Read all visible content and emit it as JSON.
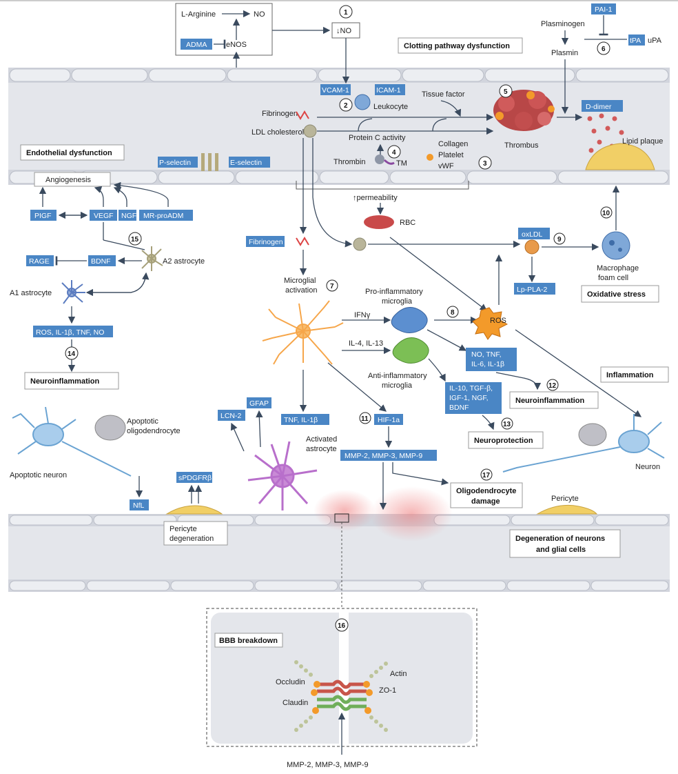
{
  "colors": {
    "label_bg": "#4a86c5",
    "vessel": "#e3e5ea",
    "vessel_edge": "#b9bcc6",
    "ros": "#f39a2a",
    "rbc": "#c94a4a",
    "astro": "#c98ad6",
    "microglia": "#f6a64a",
    "pro_microglia": "#5c8fd0",
    "anti_microglia": "#7cbf55",
    "plaque": "#f1cf66"
  },
  "steps": [
    "1",
    "2",
    "3",
    "4",
    "5",
    "6",
    "7",
    "8",
    "9",
    "10",
    "11",
    "12",
    "13",
    "14",
    "15",
    "16",
    "17"
  ],
  "top": {
    "l_arginine": "L-Arginine",
    "no": "NO",
    "adma": "ADMA",
    "enos": "eNOS",
    "down_no": "↓NO"
  },
  "clotting": {
    "title": "Clotting pathway dysfunction",
    "pai1": "PAI-1",
    "plasminogen": "Plasminogen",
    "tpa": "tPA",
    "upa": "uPA",
    "plasmin": "Plasmin",
    "d_dimer": "D-dimer",
    "lipid_plaque": "Lipid plaque"
  },
  "vessel_top": {
    "vcam": "VCAM-1",
    "icam": "ICAM-1",
    "leukocyte": "Leukocyte",
    "tissue_factor": "Tissue factor",
    "thrombus": "Thrombus",
    "fibrinogen": "Fibrinogen",
    "ldl": "LDL cholesterol",
    "protein_c": "Protein C activity",
    "thrombin": "Thrombin",
    "tm": "TM",
    "collagen": "Collagen",
    "platelet": "Platelet",
    "vwf": "vWF",
    "p_selectin": "P-selectin",
    "e_selectin": "E-selectin"
  },
  "endothelial": {
    "title": "Endothelial dysfunction",
    "angiogenesis": "Angiogenesis",
    "pigf": "PIGF",
    "vegf": "VEGF",
    "ngf": "NGF",
    "mr_proadm": "MR-proADM",
    "rage": "RAGE",
    "bdnf": "BDNF",
    "a2": "A2 astrocyte",
    "a1": "A1 astrocyte",
    "ros_list": "ROS, IL-1β, TNF, NO",
    "neuroinflammation": "Neuroinflammation"
  },
  "center": {
    "permeability": "↑permeability",
    "rbc": "RBC",
    "fibrinogen": "Fibrinogen",
    "microglial_activation": "Microglial\nactivation",
    "pro_microglia": "Pro-inflammatory\nmicroglia",
    "ifn": "IFNγ",
    "il4": "IL-4, IL-13",
    "anti_microglia": "Anti-inflammatory\nmicroglia",
    "ros": "ROS",
    "oxldl": "oxLDL",
    "lp_pla2": "Lp-PLA-2",
    "macrophage": "Macrophage\nfoam cell",
    "oxidative_stress": "Oxidative stress",
    "no_tnf": "NO, TNF,\nIL-6, IL-1β",
    "neuroinflammation": "Neuroinflammation",
    "il10": "IL-10, TGF-β,\nIGF-1, NGF,\nBDNF",
    "neuroprotection": "Neuroprotection",
    "inflammation": "Inflammation"
  },
  "lower": {
    "apoptotic_oligo": "Apoptotic\noligodendrocyte",
    "apoptotic_neuron": "Apoptotic neuron",
    "nfl": "NfL",
    "spdgfrb": "sPDGFRβ",
    "pericyte_degeneration": "Pericyte\ndegeneration",
    "lcn2": "LCN-2",
    "gfap": "GFAP",
    "tnf_il1b": "TNF, IL-1β",
    "activated_astrocyte": "Activated\nastrocyte",
    "hif": "HIF-1a",
    "mmp": "MMP-2, MMP-3, MMP-9",
    "oligo_damage": "Oligodendrocyte\ndamage",
    "pericyte": "Pericyte",
    "neuron": "Neuron",
    "degeneration": "Degeneration of neurons\nand glial cells"
  },
  "inset": {
    "title": "BBB breakdown",
    "occludin": "Occludin",
    "claudin": "Claudin",
    "actin": "Actin",
    "zo1": "ZO-1",
    "mmp": "MMP-2, MMP-3, MMP-9"
  }
}
